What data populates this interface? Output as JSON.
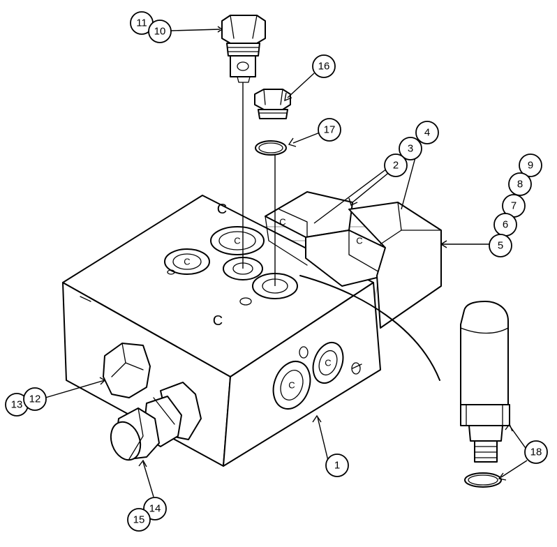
{
  "diagram": {
    "callouts": [
      "1",
      "2",
      "3",
      "4",
      "5",
      "6",
      "7",
      "8",
      "9",
      "10",
      "11",
      "12",
      "13",
      "14",
      "15",
      "16",
      "17",
      "18"
    ],
    "port_letters": {
      "top_left": "C",
      "top_rear": "C",
      "top_front": "C",
      "side_large": "C",
      "side_small": "C",
      "cartridge_a": "C",
      "cartridge_b": "C"
    },
    "icons": [
      "valve-block",
      "plug-bolt",
      "o-ring",
      "relief-cartridge",
      "hose-fitting",
      "hex-plug",
      "solenoid-cartridge"
    ]
  }
}
